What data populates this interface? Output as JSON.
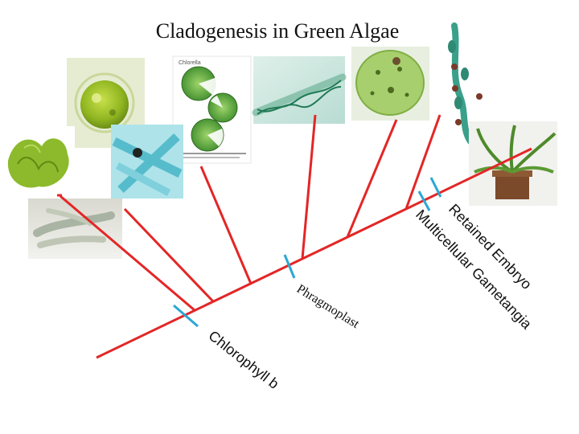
{
  "title": "Cladogenesis in Green Algae",
  "photo_labels": {
    "chlorella": "Chlorella"
  },
  "traits": {
    "chlorophyll_b": "Chlorophyll b",
    "phragmoplast": "Phragmoplast",
    "multicellular_gametangia": "Multicellular Gametangia",
    "retained_embryo": "Retained Embryo"
  },
  "colors": {
    "branch": "#e32626",
    "trait_marker": "#2aa7d4",
    "title_text": "#111111"
  }
}
